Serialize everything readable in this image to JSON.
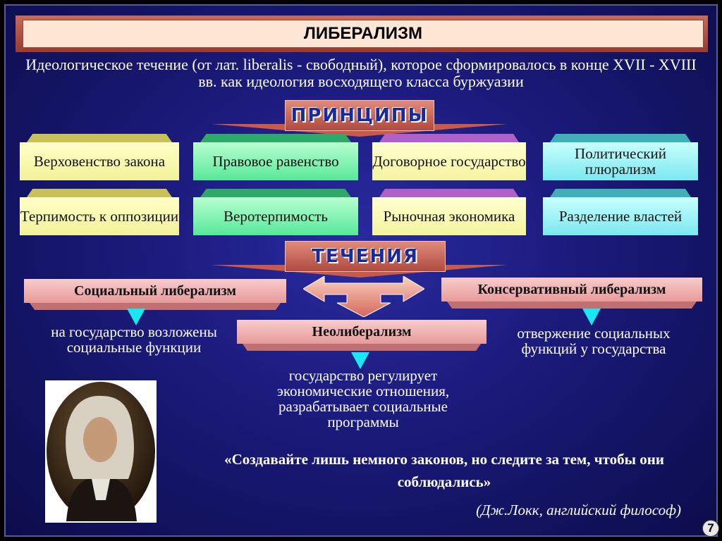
{
  "title": "ЛИБЕРАЛИЗМ",
  "intro": "Идеологическое течение (от лат. liberalis - свободный), которое сформировалось в конце XVII - XVIII вв. как идеология восходящего класса буржуазии",
  "principles_label": "ПРИНЦИПЫ",
  "principles": [
    "Верховенство закона",
    "Правовое равенство",
    "Договорное государство",
    "Политический плюрализм",
    "Терпимость к оппозиции",
    "Веротерпимость",
    "Рыночная экономика",
    "Разделение властей"
  ],
  "currents_label": "ТЕЧЕНИЯ",
  "currents": {
    "social": {
      "name": "Социальный либерализм",
      "desc": "на государство возложены социальные функции"
    },
    "conservative": {
      "name": "Консервативный либерализм",
      "desc": "отвержение социальных функций у государства"
    },
    "neo": {
      "name": "Неолиберализм",
      "desc": "государство регулирует экономические отношения, разрабатывает социальные программы"
    }
  },
  "quote": "«Создавайте лишь немного законов, но следите за тем, чтобы они соблюдались»",
  "author": "(Дж.Локк, английский философ)",
  "page_number": "7",
  "colors": {
    "background": "#1a1a7a",
    "banner": "#c0584a",
    "arrow_marker": "#18e6f0"
  }
}
